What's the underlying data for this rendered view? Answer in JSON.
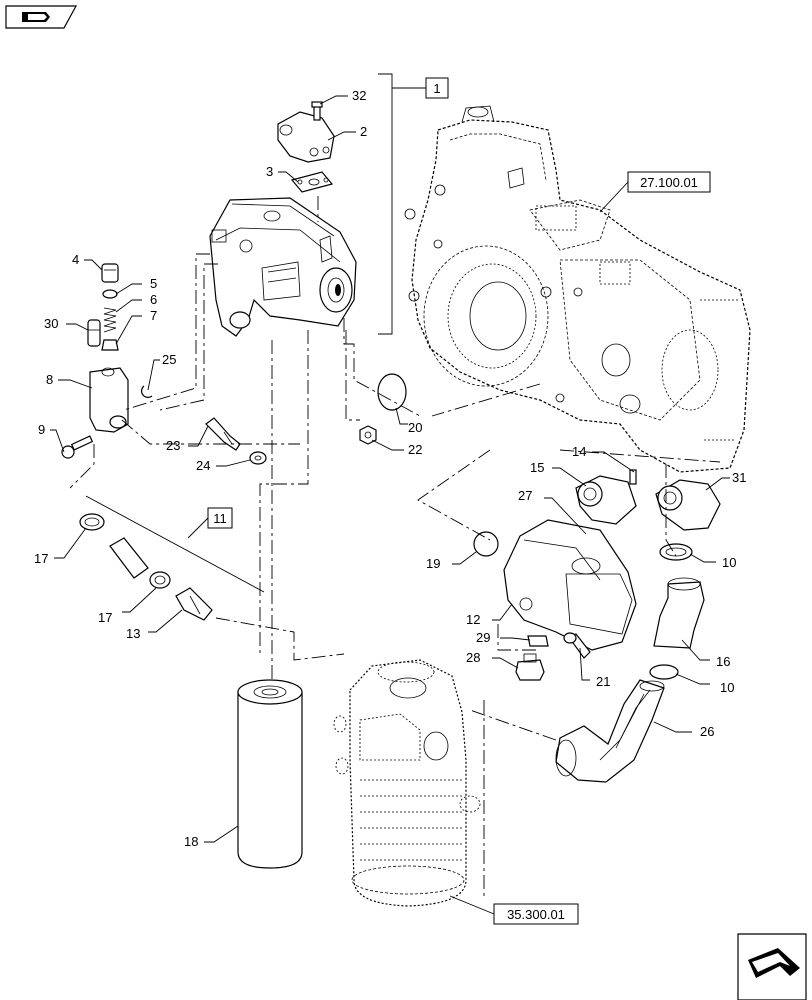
{
  "diagram": {
    "references": {
      "group_1": "1",
      "group_11": "11",
      "transmission_ref": "27.100.01",
      "filter_ref": "35.300.01"
    },
    "callouts": {
      "c32": "32",
      "c2": "2",
      "c3": "3",
      "c4": "4",
      "c5": "5",
      "c6": "6",
      "c7": "7",
      "c30": "30",
      "c8": "8",
      "c9": "9",
      "c25": "25",
      "c23": "23",
      "c24": "24",
      "c20": "20",
      "c22": "22",
      "c14": "14",
      "c15": "15",
      "c31": "31",
      "c27": "27",
      "c10a": "10",
      "c19": "19",
      "c12": "12",
      "c29": "29",
      "c28": "28",
      "c21": "21",
      "c16": "16",
      "c10b": "10",
      "c26": "26",
      "c17a": "17",
      "c17b": "17",
      "c13": "13",
      "c18": "18"
    }
  }
}
